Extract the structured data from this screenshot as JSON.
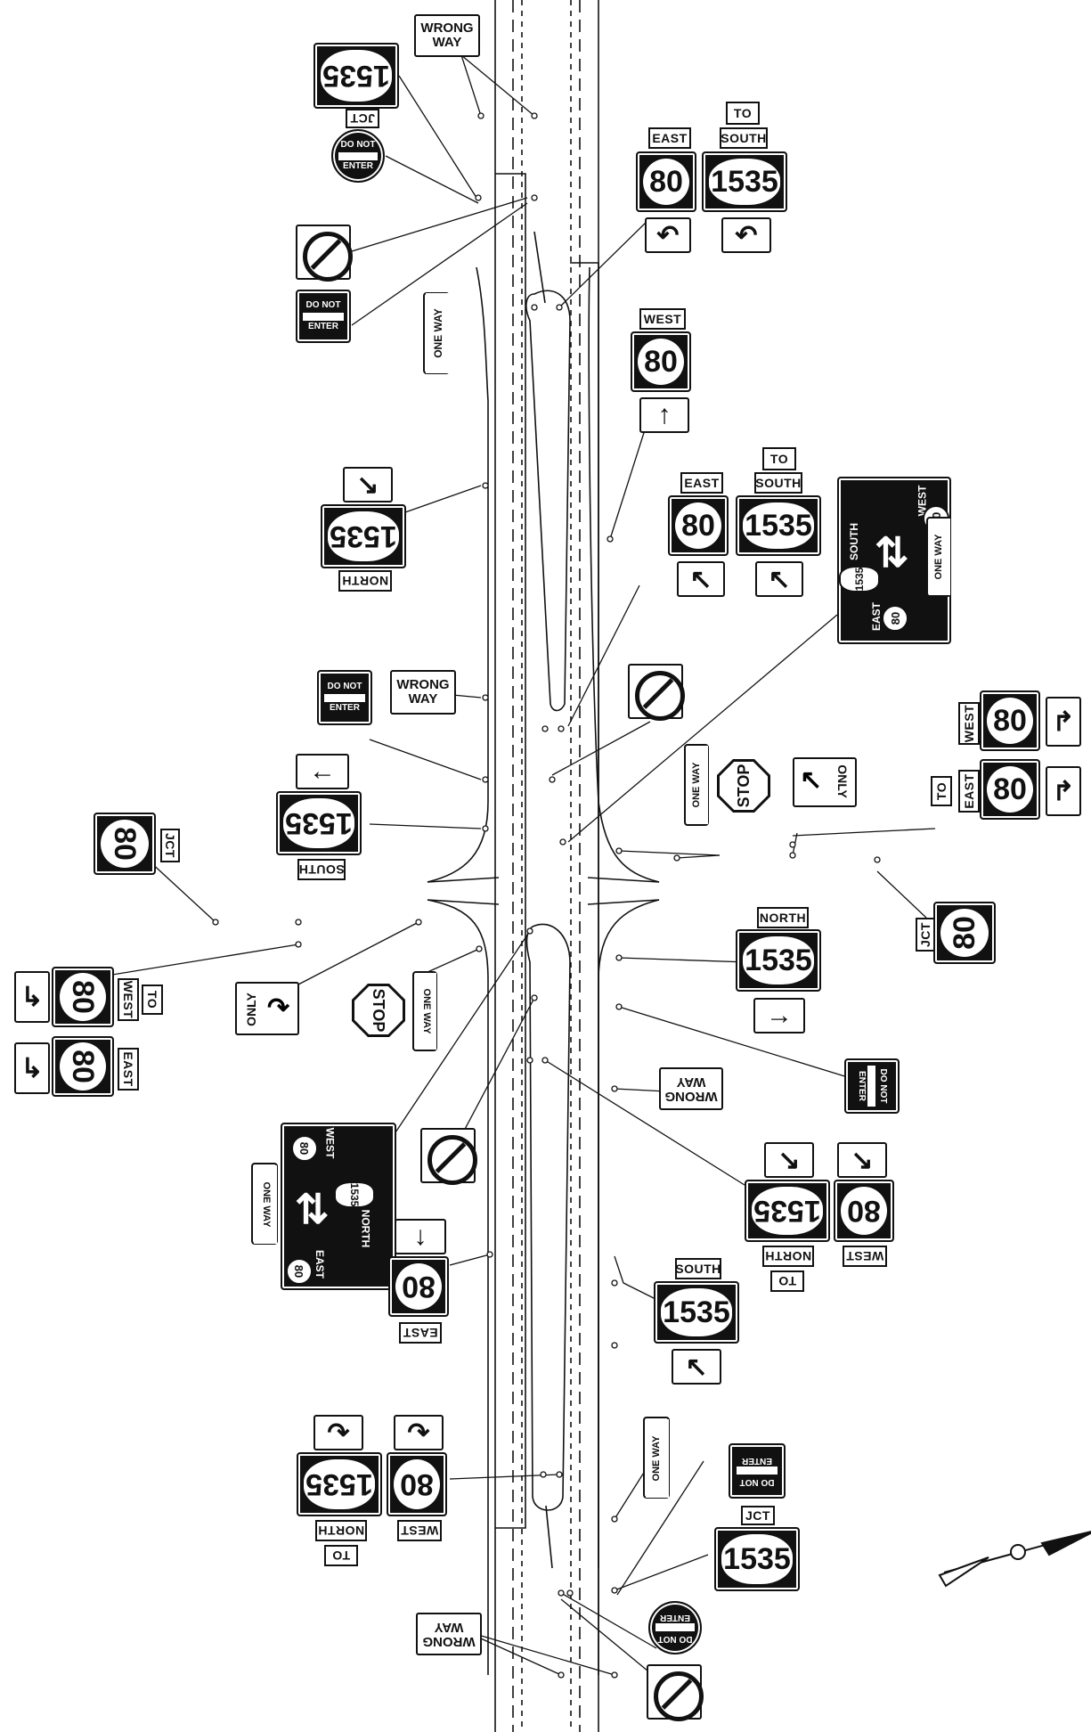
{
  "labels": {
    "wrong_way_line1": "WRONG",
    "wrong_way_line2": "WAY",
    "do_not": "DO NOT",
    "enter": "ENTER",
    "one_way": "ONE WAY",
    "stop": "STOP",
    "only": "ONLY",
    "jct": "JCT",
    "to": "TO",
    "east": "EAST",
    "west": "WEST",
    "north": "NORTH",
    "south": "SOUTH",
    "route_80": "80",
    "route_1535": "1535"
  },
  "icons": {
    "no_u_turn": "no-u-turn-icon",
    "u_turn": "u-turn-arrow-icon",
    "arrow_up": "up-arrow-icon",
    "arrow_left": "left-arrow-icon",
    "arrow_right": "right-arrow-icon",
    "arrow_diag": "diagonal-arrow-icon",
    "turn_right": "turn-right-arrow-icon",
    "north_arrow": "north-arrow-icon"
  },
  "colors": {
    "ink": "#111111",
    "paper": "#ffffff"
  }
}
